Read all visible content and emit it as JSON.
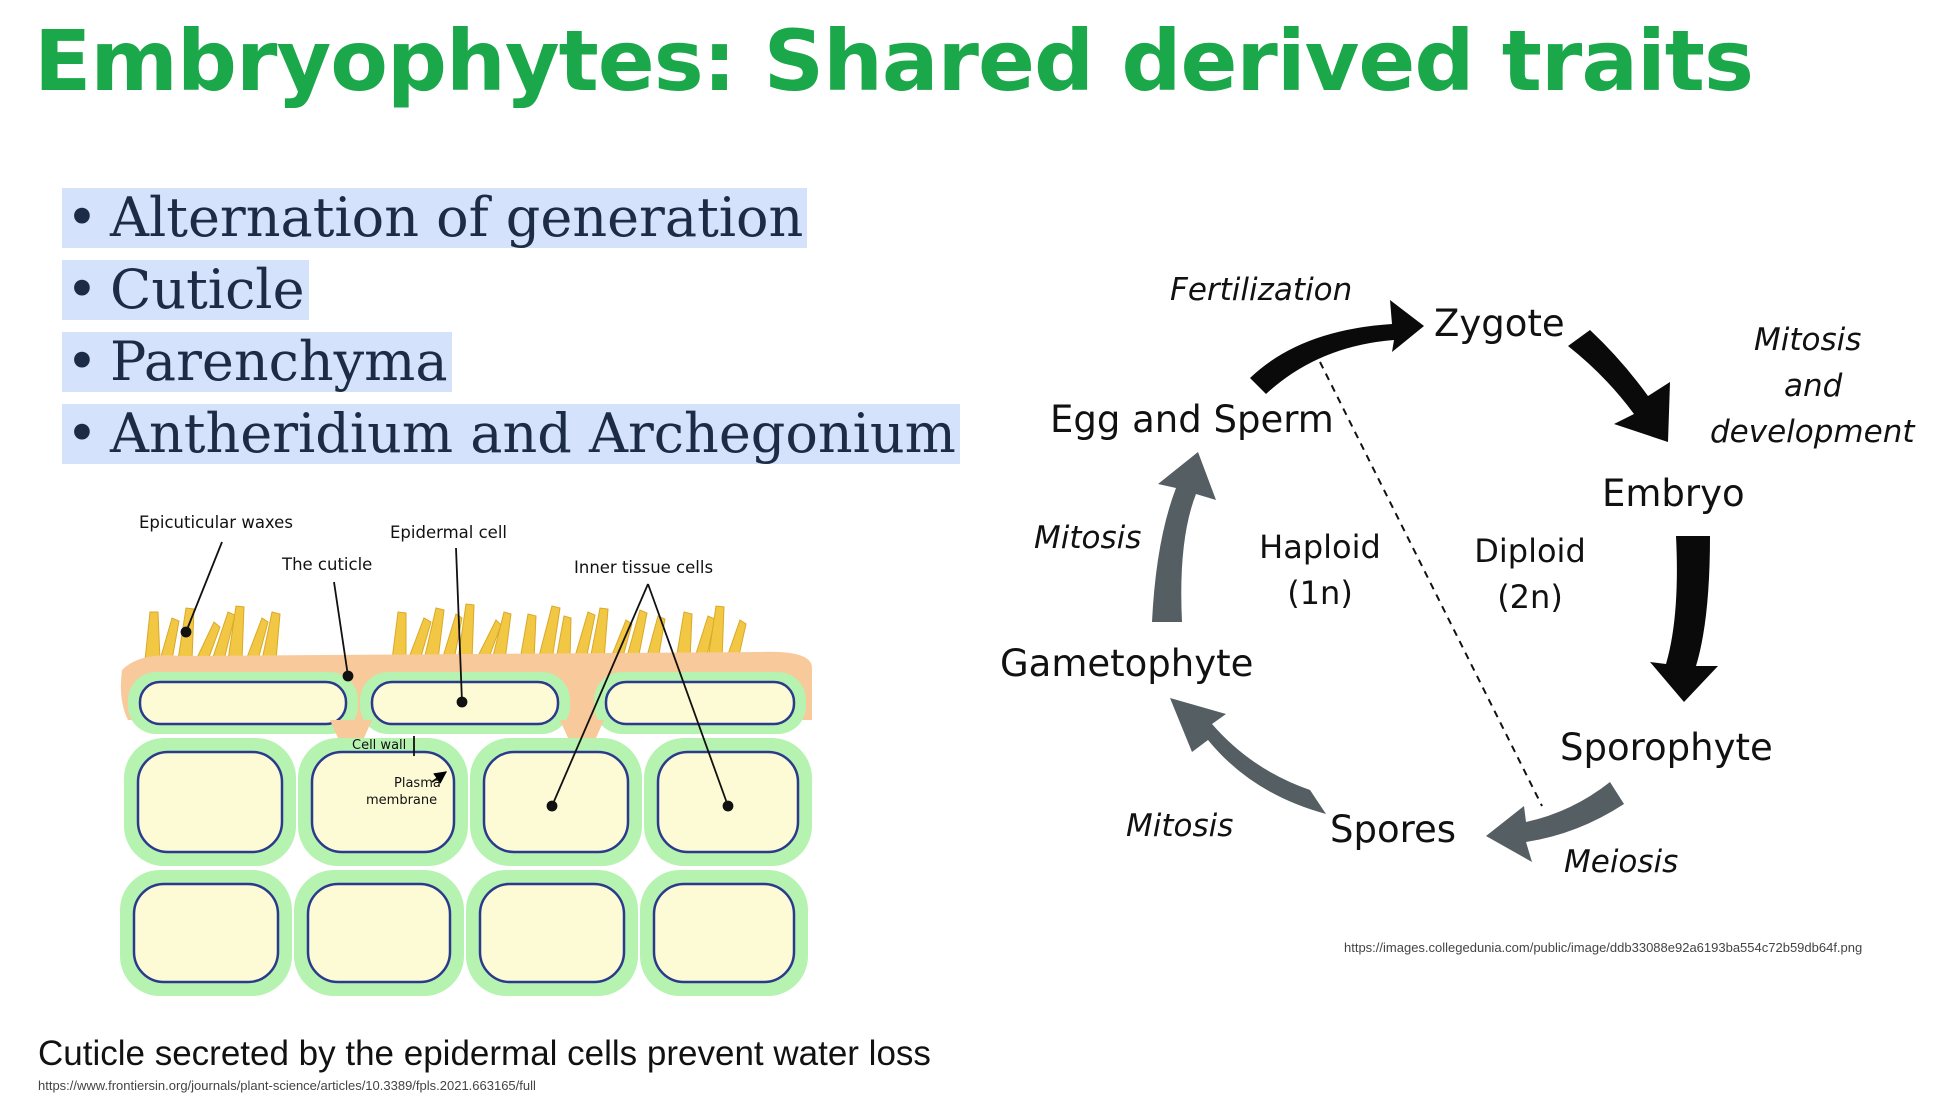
{
  "slide": {
    "title": "Embryophytes: Shared derived traits",
    "bullets": [
      "Alternation of generation",
      "Cuticle",
      "Parenchyma",
      "Antheridium and Archegonium"
    ],
    "caption": "Cuticle secreted by the epidermal cells prevent water loss",
    "left_source": "https://www.frontiersin.org/journals/plant-science/articles/10.3389/fpls.2021.663165/full",
    "right_source": "https://images.collegedunia.com/public/image/ddb33088e92a6193ba554c72b59db64f.png"
  },
  "cuticle_diagram": {
    "labels": {
      "waxes": "Epicuticular waxes",
      "epidermal": "Epidermal cell",
      "cuticle": "The cuticle",
      "inner": "Inner tissue cells",
      "cell_wall": "Cell wall",
      "plasma_1": "Plasma",
      "plasma_2": "membrane"
    },
    "colors": {
      "wax": "#f2c744",
      "cuticle": "#f8c99a",
      "wall": "#b6f2b0",
      "cytoplasm": "#fdfbd6",
      "membrane": "#2b3a8c"
    }
  },
  "life_cycle": {
    "stages": {
      "zygote": "Zygote",
      "embryo": "Embryo",
      "sporophyte": "Sporophyte",
      "spores": "Spores",
      "gametophyte": "Gametophyte",
      "egg_sperm": "Egg and Sperm"
    },
    "processes": {
      "fertilization": "Fertilization",
      "mitosis_dev_1": "Mitosis",
      "mitosis_dev_2": "and",
      "mitosis_dev_3": "development",
      "meiosis": "Meiosis",
      "mitosis_bottom": "Mitosis",
      "mitosis_left": "Mitosis"
    },
    "phases": {
      "haploid_1": "Haploid",
      "haploid_2": "(1n)",
      "diploid_1": "Diploid",
      "diploid_2": "(2n)"
    },
    "colors": {
      "diploid_arrow": "#0a0a0a",
      "haploid_arrow": "#555e62"
    }
  }
}
